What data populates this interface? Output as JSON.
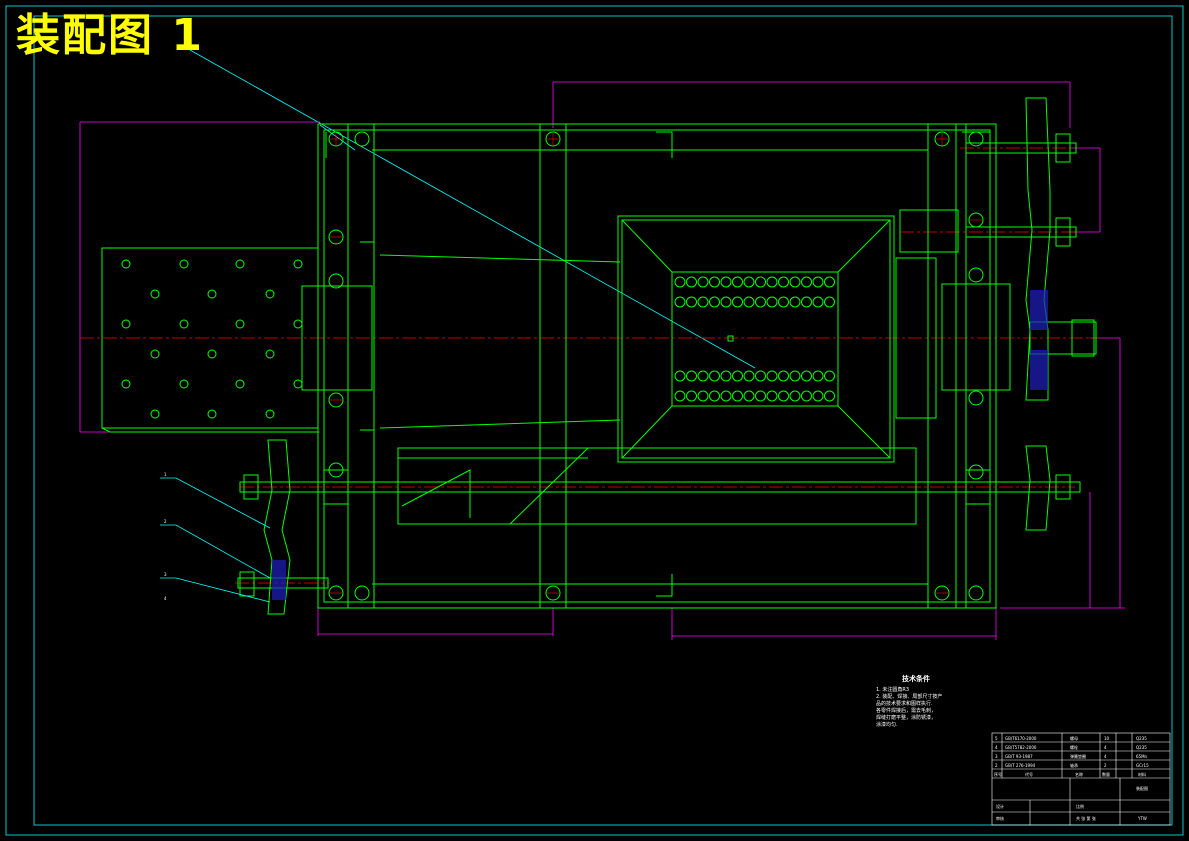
{
  "drawing": {
    "title": "装配图 1",
    "colors": {
      "background": "#000000",
      "frame": "#00c8c8",
      "part": "#00ff00",
      "dimension": "#ff00ff",
      "centerline": "#ff0000",
      "leader": "#00ffff",
      "text": "#ffffff",
      "highlight": "#ffff00",
      "section": "#3030ff"
    },
    "tech_requirements": {
      "heading": "技术条件",
      "lines": [
        "1. 未注圆角R3",
        "2. 装配、焊接、局部尺寸按产",
        "品的技术要求和图样执行.",
        "各零件焊接后，需去毛刺，",
        "焊缝打磨平整，涂防锈漆，",
        "涂漆均匀."
      ]
    },
    "title_block": {
      "rows": [
        {
          "no": "5",
          "code": "GB/T6170-2000",
          "name": "螺母",
          "qty": "10",
          "material": "Q235"
        },
        {
          "no": "4",
          "code": "GB/T5782-2000",
          "name": "螺栓",
          "qty": "4",
          "material": "Q235"
        },
        {
          "no": "3",
          "code": "GB/T 93-1987",
          "name": "弹簧垫圈",
          "qty": "4",
          "material": "65Mn"
        },
        {
          "no": "2",
          "code": "GB/T 276-1994",
          "name": "轴承",
          "qty": "2",
          "material": "GCr15"
        }
      ],
      "header": {
        "no": "序号",
        "code": "代号",
        "name": "名称",
        "qty": "数量",
        "material": "材料"
      },
      "project": "装配图",
      "company": "YTW",
      "labels": {
        "design": "设计",
        "check": "审核",
        "scale": "比例",
        "sheet": "共 张 第 张"
      }
    },
    "callouts": [
      "1",
      "2",
      "3",
      "4"
    ]
  }
}
